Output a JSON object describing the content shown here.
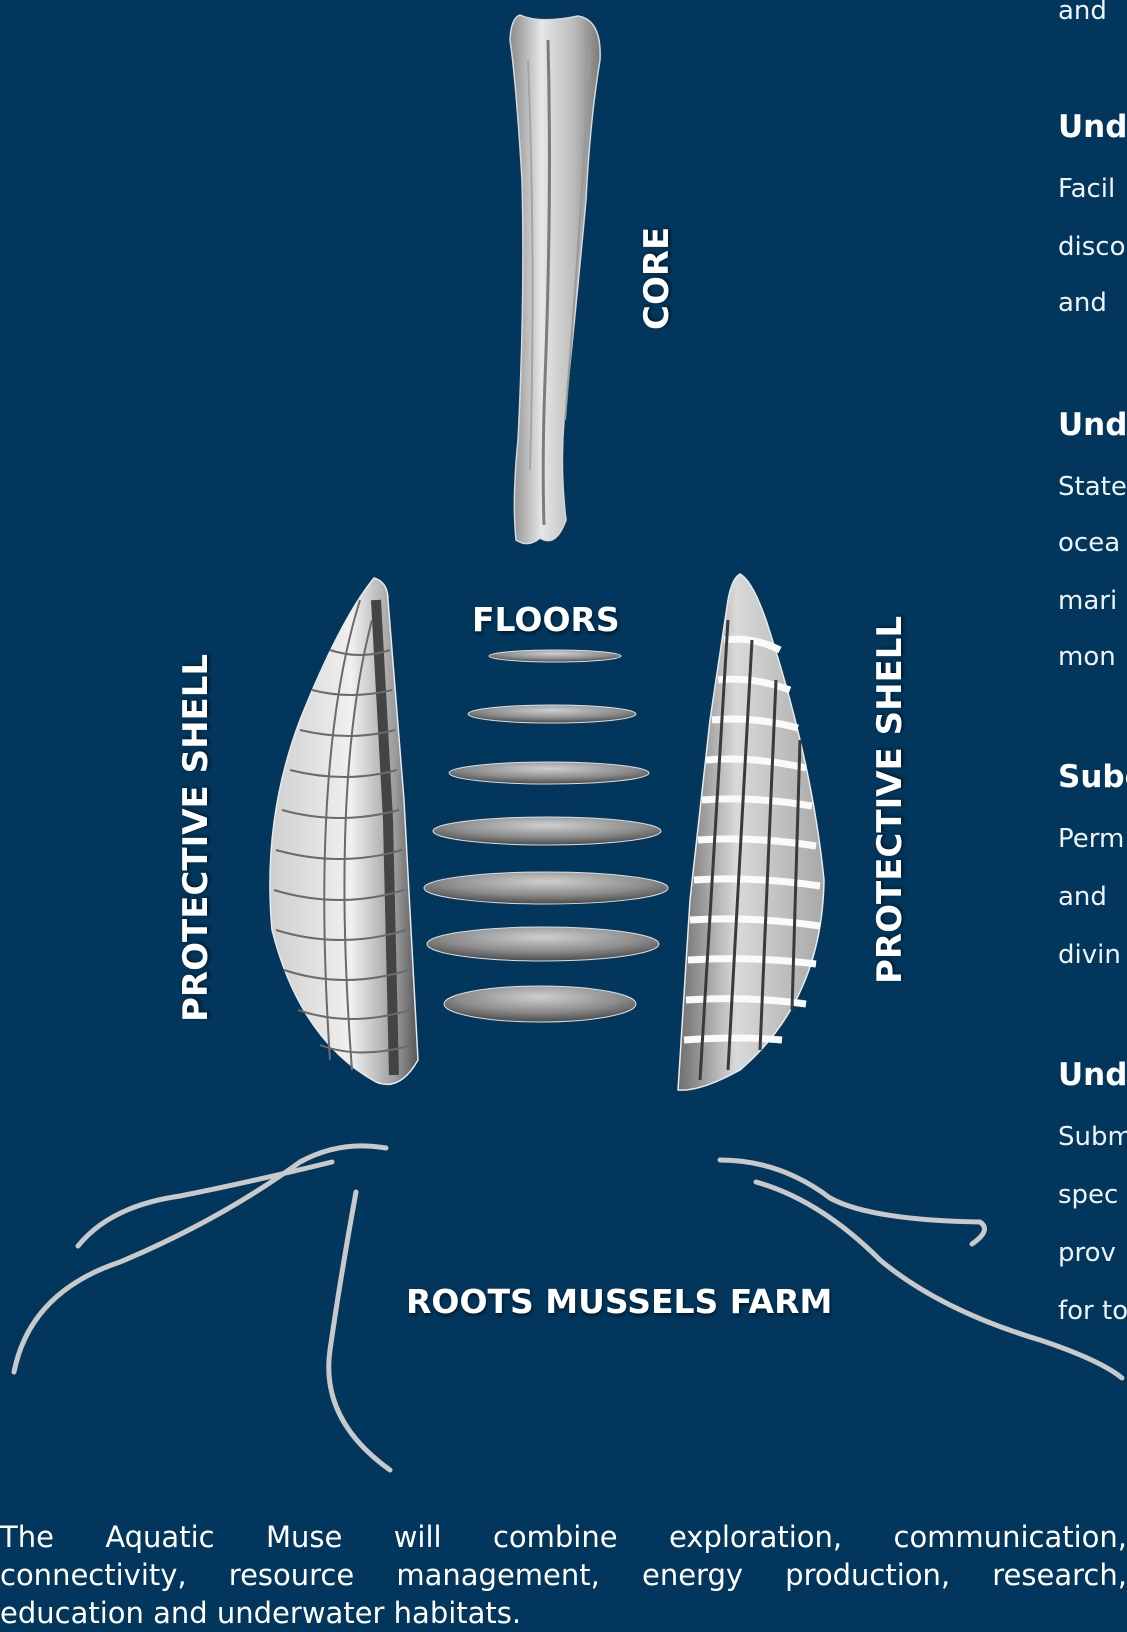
{
  "labels": {
    "core": "CORE",
    "floors": "FLOORS",
    "shell_left": "PROTECTIVE SHELL",
    "shell_right": "PROTECTIVE SHELL",
    "roots": "ROOTS MUSSELS FARM"
  },
  "side_panel": [
    {
      "kind": "text",
      "text": "and"
    },
    {
      "kind": "heading",
      "text": "Und"
    },
    {
      "kind": "text",
      "text": "Facil"
    },
    {
      "kind": "text",
      "text": "disco"
    },
    {
      "kind": "text",
      "text": "and"
    },
    {
      "kind": "heading",
      "text": "Und"
    },
    {
      "kind": "text",
      "text": "State"
    },
    {
      "kind": "text",
      "text": "ocea"
    },
    {
      "kind": "text",
      "text": "mari"
    },
    {
      "kind": "text",
      "text": "mon"
    },
    {
      "kind": "heading",
      "text": "Subc"
    },
    {
      "kind": "text",
      "text": "Perm"
    },
    {
      "kind": "text",
      "text": "and"
    },
    {
      "kind": "text",
      "text": "divin"
    },
    {
      "kind": "heading",
      "text": "Und"
    },
    {
      "kind": "text",
      "text": "Subm"
    },
    {
      "kind": "text",
      "text": "spec"
    },
    {
      "kind": "text",
      "text": "prov"
    },
    {
      "kind": "text",
      "text": "for to"
    }
  ],
  "footer": {
    "line1": [
      "The",
      "Aquatic",
      "Muse",
      "will",
      "combine",
      "exploration,",
      "communication,"
    ],
    "line2": [
      "connectivity,",
      "resource",
      "management,",
      "energy",
      "production,",
      "research,"
    ],
    "line3": "education and underwater habitats."
  }
}
